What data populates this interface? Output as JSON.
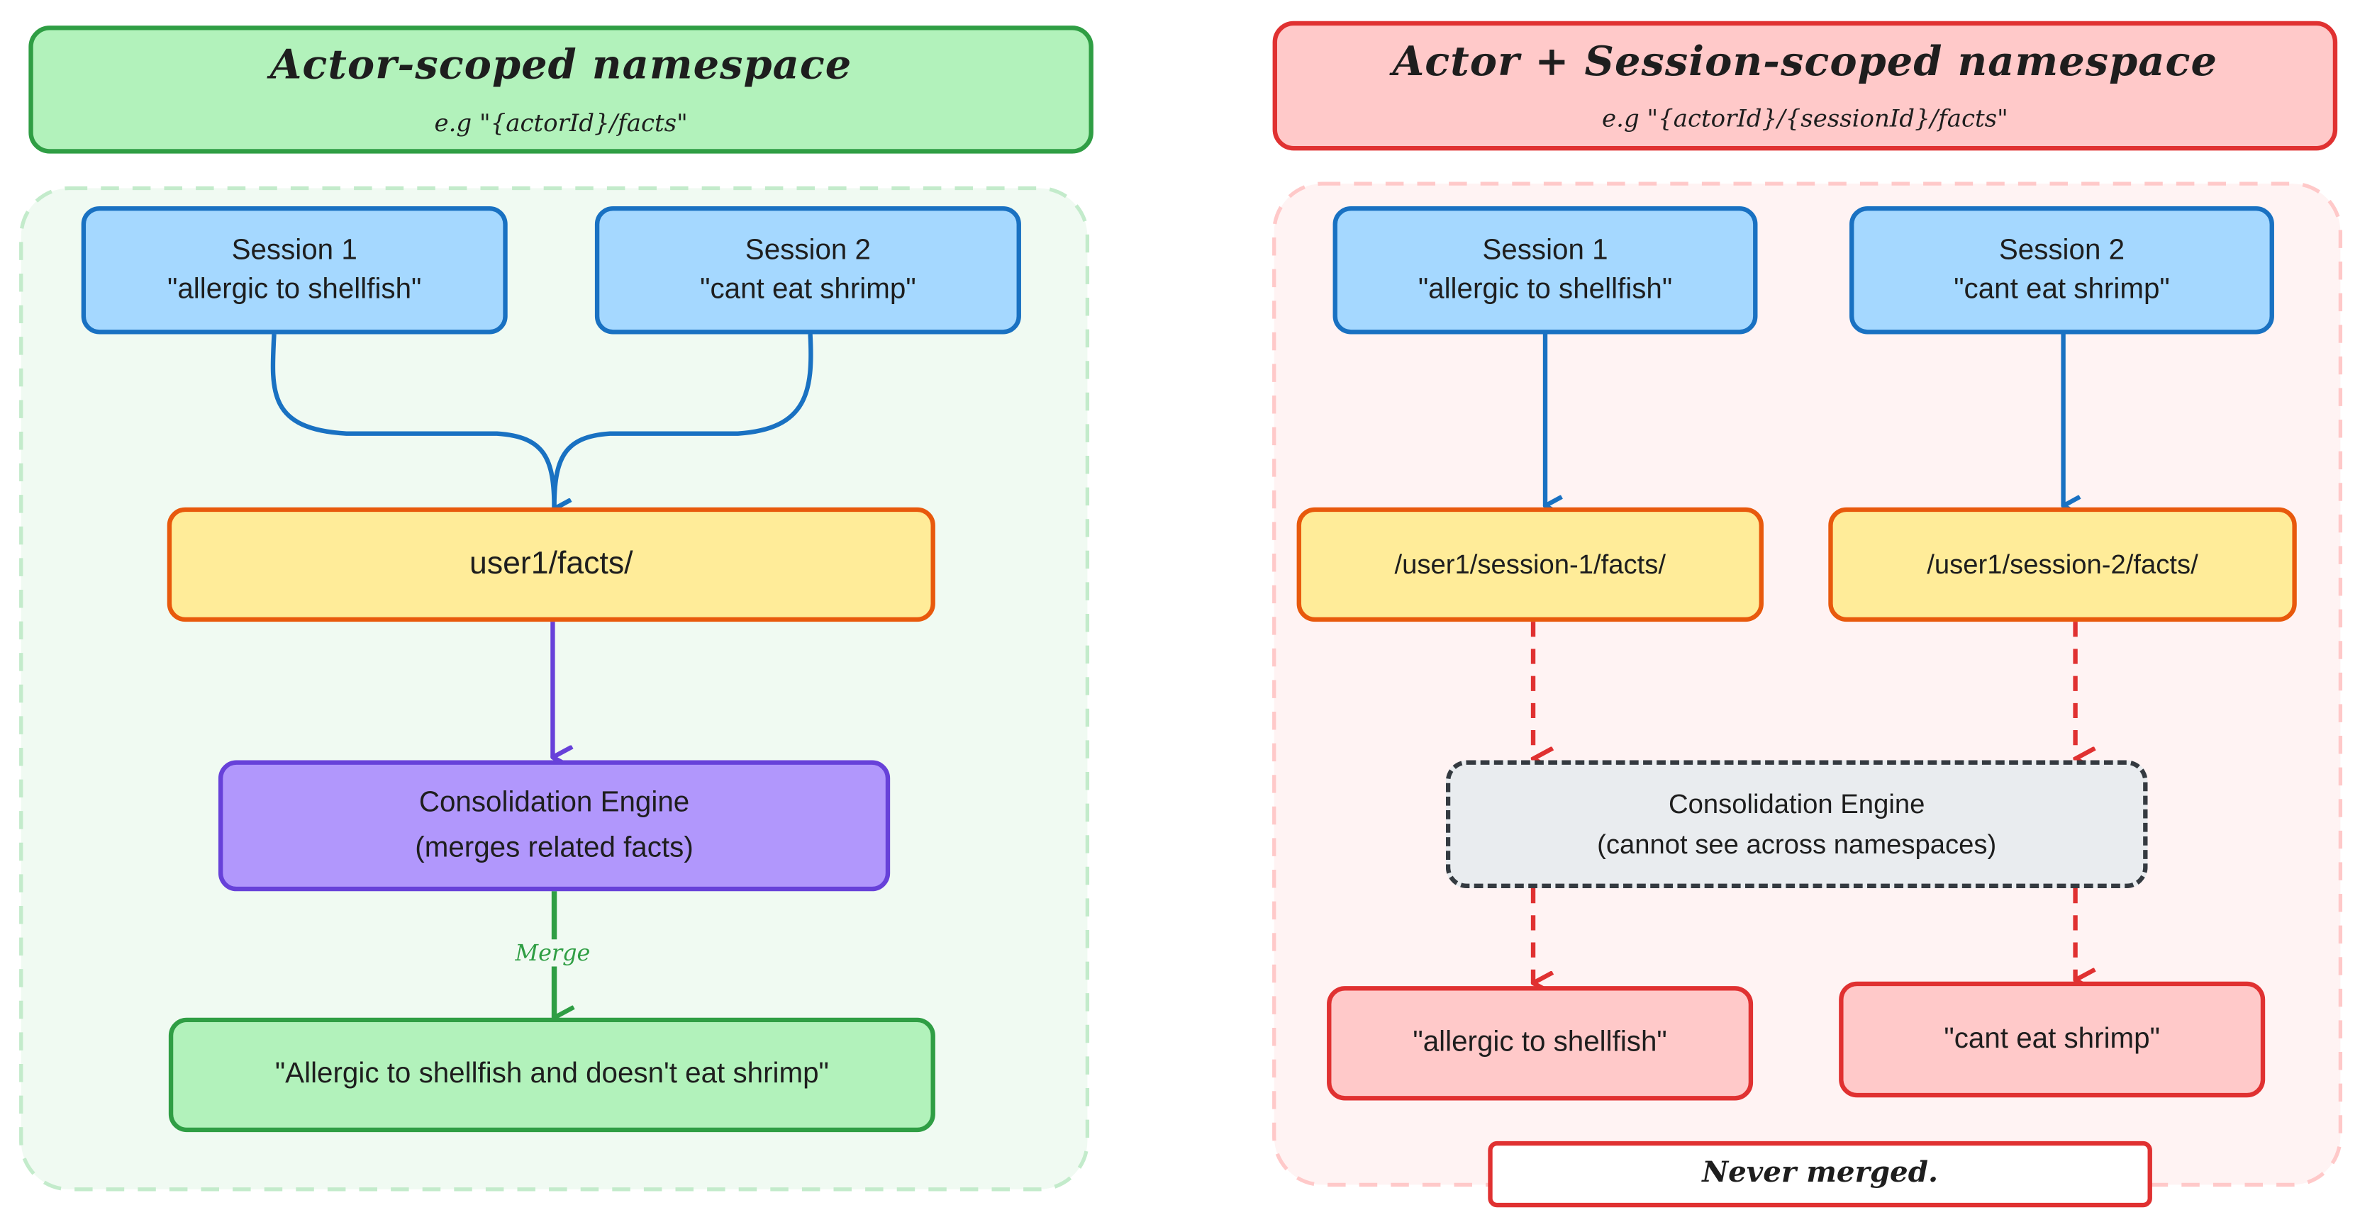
{
  "left": {
    "header": {
      "title": "Actor-scoped namespace",
      "example": "e.g \"{actorId}/facts\""
    },
    "session1": {
      "title": "Session 1",
      "fact": "\"allergic to shellfish\""
    },
    "session2": {
      "title": "Session 2",
      "fact": "\"cant eat shrimp\""
    },
    "namespace": "user1/facts/",
    "engine": {
      "title": "Consolidation Engine",
      "note": "(merges related facts)"
    },
    "edge_label": "Merge",
    "result": "\"Allergic to shellfish and doesn't eat shrimp\""
  },
  "right": {
    "header": {
      "title": "Actor + Session-scoped namespace",
      "example": "e.g \"{actorId}/{sessionId}/facts\""
    },
    "session1": {
      "title": "Session 1",
      "fact": "\"allergic to shellfish\""
    },
    "session2": {
      "title": "Session 2",
      "fact": "\"cant eat shrimp\""
    },
    "namespace1": "/user1/session-1/facts/",
    "namespace2": "/user1/session-2/facts/",
    "engine": {
      "title": "Consolidation Engine",
      "note": "(cannot see across namespaces)"
    },
    "result1": "\"allergic to shellfish\"",
    "result2": "\"cant eat shrimp\"",
    "footer": "Never merged."
  },
  "colors": {
    "green_stroke": "#2f9e44",
    "green_fill": "#b2f2bb",
    "green_bg": "#f0faf2",
    "red_stroke": "#e03131",
    "red_fill": "#ffc9c9",
    "red_bg": "#fff3f3",
    "blue_stroke": "#1971c2",
    "blue_fill": "#a5d8ff",
    "orange_stroke": "#e8590c",
    "yellow_fill": "#ffec99",
    "purple_stroke": "#6741d9",
    "purple_fill": "#b197fc",
    "grey_fill": "#e9ecef",
    "grey_stroke": "#343a40"
  }
}
